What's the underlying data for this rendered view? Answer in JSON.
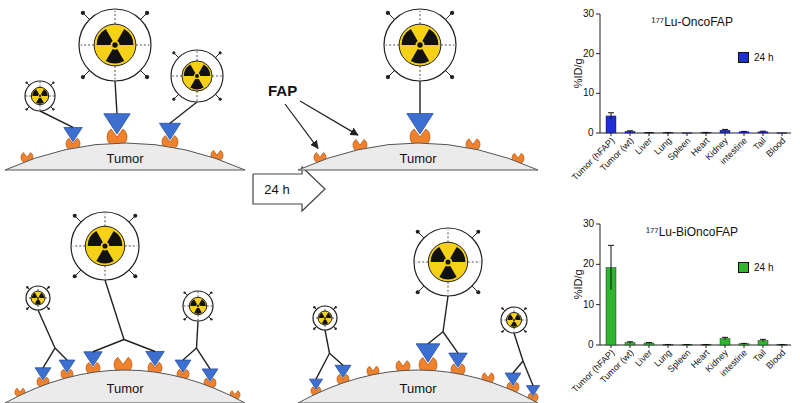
{
  "diagram": {
    "nodes": [
      {
        "text": [
          "Tumor"
        ]
      },
      {
        "text": [
          "24 h"
        ]
      },
      {
        "text": [
          "Tumor"
        ]
      },
      {
        "text": [
          "Tumor"
        ]
      },
      {
        "text": [
          "Tumor"
        ]
      }
    ],
    "labels": [
      "FAP",
      "¹⁷⁷Lu-OncoFAP",
      "%ID/g",
      "30",
      "20",
      "10",
      "0",
      "Tumor (hFAP)",
      "Tumor (wt)",
      "Liver",
      "Lung",
      "Spleen",
      "Heart",
      "Kidney",
      "intestine",
      "Tail",
      "Blood",
      "¹⁷⁷Lu-BiOncoFAP",
      "%ID/g",
      "30",
      "20",
      "10",
      "0",
      "Tumor (hFAP)",
      "Tumor (wt)",
      "Liver",
      "Lung",
      "Spleen",
      "Heart",
      "Kidney",
      "intestine",
      "Tail",
      "Blood"
    ],
    "legend": [
      {
        "text": "24 h",
        "color": "#1f2fd6"
      },
      {
        "text": "24 h",
        "color": "#2fb52f"
      }
    ]
  }
}
